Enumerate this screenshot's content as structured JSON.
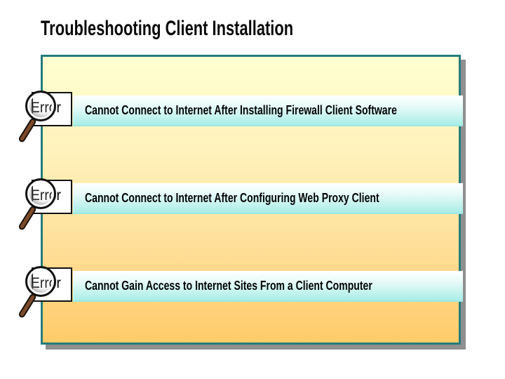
{
  "page": {
    "title": "Troubleshooting Client Installation"
  },
  "rows": [
    {
      "badge": "Error",
      "text": "Cannot Connect to Internet After Installing Firewall Client Software"
    },
    {
      "badge": "Error",
      "text": "Cannot Connect to Internet After Configuring Web Proxy Client"
    },
    {
      "badge": "Error",
      "text": "Cannot Gain Access to Internet Sites From a Client Computer"
    }
  ],
  "colors": {
    "panel_border": "#257C7C",
    "panel_top": "#FFFFD2",
    "panel_bottom": "#FFCB69",
    "bar_top": "#FFFFFF",
    "bar_bottom": "#A9EDE7",
    "bar_edge": "#9CE8E3",
    "shadow": "#8F8F8F",
    "handle": "#7B4A2B",
    "ink": "#000000"
  }
}
